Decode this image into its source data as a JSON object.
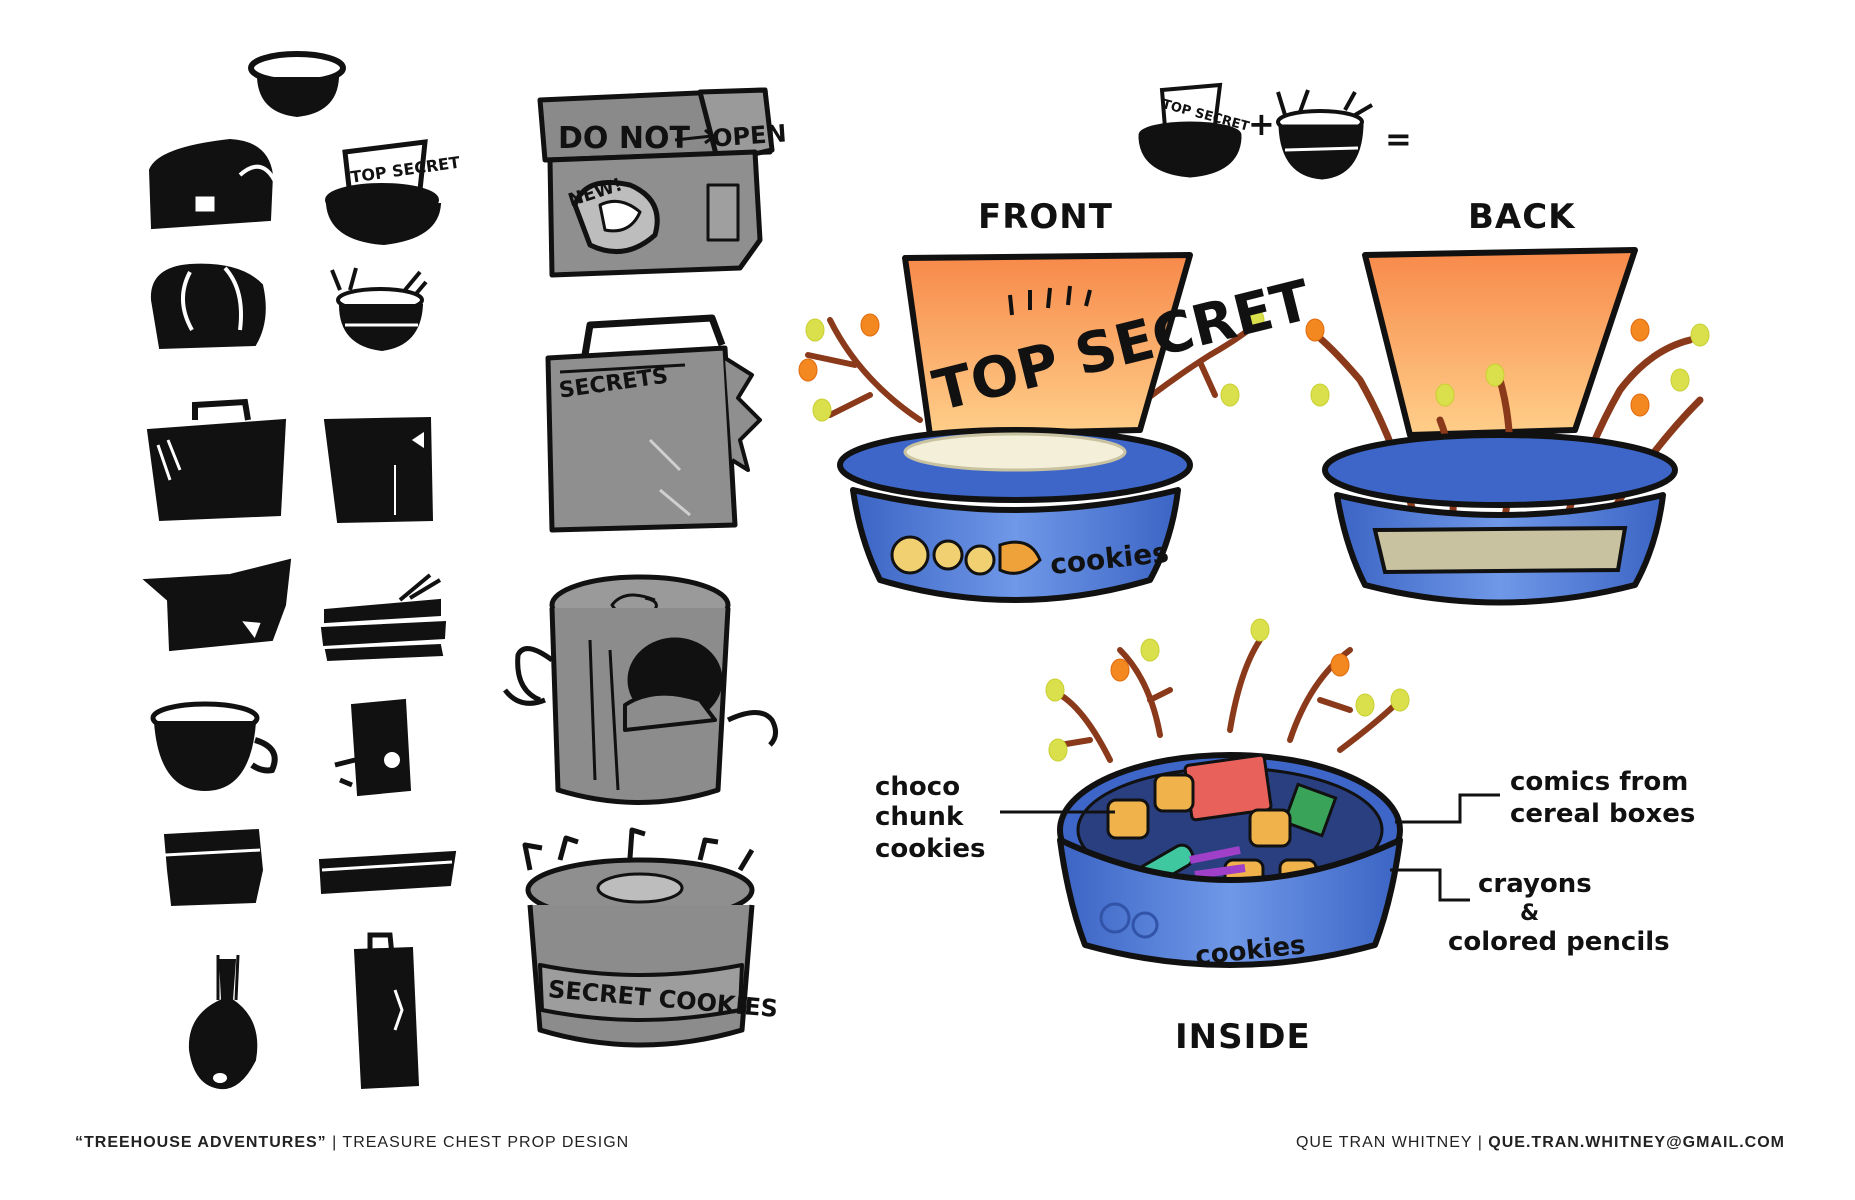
{
  "footer": {
    "project_title": "“TREEHOUSE ADVENTURES”",
    "separator": " | ",
    "subtitle": "TREASURE CHEST PROP DESIGN",
    "artist": "QUE TRAN WHITNEY",
    "email": "QUE.TRAN.WHITNEY@GMAIL.COM"
  },
  "labels": {
    "front": "FRONT",
    "back": "BACK",
    "inside": "INSIDE",
    "plus": "+",
    "equals": "="
  },
  "prop_text": {
    "top_secret": "TOP SECRET",
    "cookies": "cookies",
    "do_not": "DO NOT",
    "open": "OPEN",
    "new": "NEW!",
    "secrets": "SECRETS",
    "secret_cookies": "SECRET COOKIES",
    "top_secret_small": "TOP SECRET"
  },
  "callouts": {
    "choco_line1": "choco",
    "choco_line2": "chunk",
    "choco_line3": "cookies",
    "comics_line1": "comics from",
    "comics_line2": "cereal boxes",
    "crayons_line1": "crayons",
    "crayons_line2": "&",
    "crayons_line3": "colored pencils"
  },
  "colors": {
    "ink": "#111111",
    "gray_fill": "#8c8c8c",
    "tin_blue": "#3f6fd1",
    "tin_light": "#7ea6ec",
    "sign_orange": "#f79a45",
    "sign_light": "#ffc27a",
    "branch": "#8a3a1a",
    "leaf_yellow": "#d8e04a",
    "leaf_orange": "#f2881f"
  }
}
